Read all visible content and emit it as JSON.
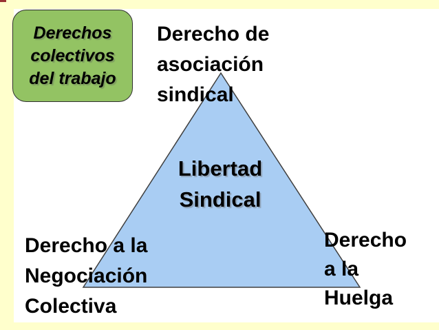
{
  "slide": {
    "background_color": "#FFFFCC",
    "content_background": "#FFFFFF",
    "corner_mark_color": "#993333"
  },
  "title_box": {
    "lines": [
      "Derechos",
      "colectivos",
      "del trabajo"
    ],
    "fill": "#93C363",
    "border": "#2F2F2F"
  },
  "top_label": {
    "lines": [
      "Derecho de",
      "asociación",
      "sindical"
    ]
  },
  "triangle": {
    "fill": "#A9CDF3",
    "border": "#3F3F3F",
    "label_lines": [
      "Libertad",
      "Sindical"
    ]
  },
  "bottom_left_label": {
    "lines": [
      "Derecho a la",
      "Negociación",
      "Colectiva"
    ]
  },
  "bottom_right_label": {
    "lines": [
      "Derecho",
      "a la",
      "Huelga"
    ]
  }
}
